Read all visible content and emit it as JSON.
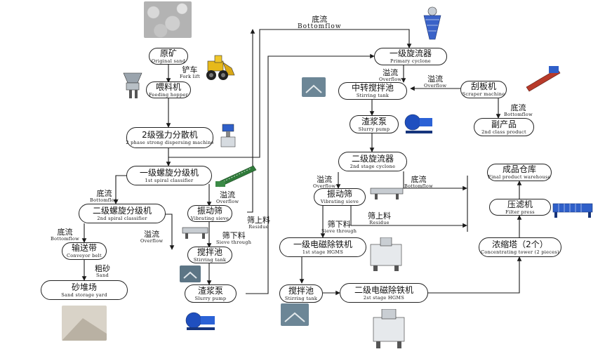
{
  "nodes": {
    "raw_sand": {
      "cn": "原矿",
      "en": "Original sand"
    },
    "feeding_hopper": {
      "cn": "喂料机",
      "en": "Feeding hopper"
    },
    "dispersing": {
      "cn": "2级强力分散机",
      "en": "2 phase strong dispersing machine"
    },
    "spiral1": {
      "cn": "一级螺旋分级机",
      "en": "1st spiral classifier"
    },
    "spiral2": {
      "cn": "二级螺旋分级机",
      "en": "2nd spiral classifier"
    },
    "conveyor": {
      "cn": "输送带",
      "en": "Conveyor belt"
    },
    "sand_yard": {
      "cn": "砂堆场",
      "en": "Sand storage yard"
    },
    "vib_sieve1": {
      "cn": "振动筛",
      "en": "Vibrating sieve"
    },
    "stir_tank1": {
      "cn": "搅拌池",
      "en": "Stirring tank"
    },
    "slurry_pump1": {
      "cn": "渣浆泵",
      "en": "Slurry pump"
    },
    "primary_cyclone": {
      "cn": "一级旋流器",
      "en": "Primary cyclone"
    },
    "stir_tank_mid": {
      "cn": "中转搅拌池",
      "en": "Stirring tank"
    },
    "slurry_pump2": {
      "cn": "渣浆泵",
      "en": "Slurry pump"
    },
    "cyclone2": {
      "cn": "二级旋流器",
      "en": "2nd stage cyclone"
    },
    "vib_sieve2": {
      "cn": "振动筛",
      "en": "Vibrating sieve"
    },
    "hgms1": {
      "cn": "一级电磁除铁机",
      "en": "1st stage HGMS"
    },
    "stir_tank2": {
      "cn": "搅拌池",
      "en": "Stirring tank"
    },
    "hgms2": {
      "cn": "二级电磁除铁机",
      "en": "2st stage HGMS"
    },
    "scraper": {
      "cn": "刮板机",
      "en": "Scraper machine"
    },
    "second_product": {
      "cn": "副产品",
      "en": "2nd class product"
    },
    "conc_tower": {
      "cn": "浓缩塔（2个）",
      "en": "Concentrating tower (2 pieces)"
    },
    "filter_press": {
      "cn": "压滤机",
      "en": "Filter press"
    },
    "warehouse": {
      "cn": "成品仓库",
      "en": "Final product warehouse"
    }
  },
  "labels": {
    "forklift": {
      "cn": "铲车",
      "en": "Fork lift"
    },
    "bottomflow_top": {
      "cn": "底流",
      "en": "Bottomflow"
    },
    "bottomflow_s1": {
      "cn": "底流",
      "en": "Bottomflow"
    },
    "overflow_s1": {
      "cn": "溢流",
      "en": "Overflow"
    },
    "bottomflow_s2": {
      "cn": "底流",
      "en": "Bottomflow"
    },
    "overflow_s2": {
      "cn": "溢流",
      "en": "Overflow"
    },
    "coarse_sand": {
      "cn": "粗砂",
      "en": "Sand"
    },
    "residue1": {
      "cn": "筛上料",
      "en": "Residue"
    },
    "sieve_through1": {
      "cn": "筛下料",
      "en": "Sieve through"
    },
    "overflow_pc": {
      "cn": "溢流",
      "en": "Overflow"
    },
    "overflow_scraper": {
      "cn": "溢流",
      "en": "Overflow"
    },
    "bottomflow_scraper": {
      "cn": "底流",
      "en": "Bottomflow"
    },
    "overflow_c2": {
      "cn": "溢流",
      "en": "Overflow"
    },
    "bottomflow_c2": {
      "cn": "底流",
      "en": "Bottomflow"
    },
    "residue2": {
      "cn": "筛上料",
      "en": "Residue"
    },
    "sieve_through2": {
      "cn": "筛下料",
      "en": "Sieve through"
    }
  },
  "icons": [
    "rock-photo-icon",
    "loader-icon",
    "hopper-icon",
    "disperser-icon",
    "spiral-classifier-icon",
    "stirrer-icon",
    "slurry-pump-icon",
    "sieve-icon",
    "cyclone-icon",
    "scraper-icon",
    "hgms-icon",
    "filter-press-icon",
    "sand-pile-icon"
  ],
  "colors": {
    "line": "#1a1a1a",
    "pump_blue": "#1f4fbf",
    "machine_red": "#b83a2a",
    "machine_green": "#2f7a3a"
  }
}
